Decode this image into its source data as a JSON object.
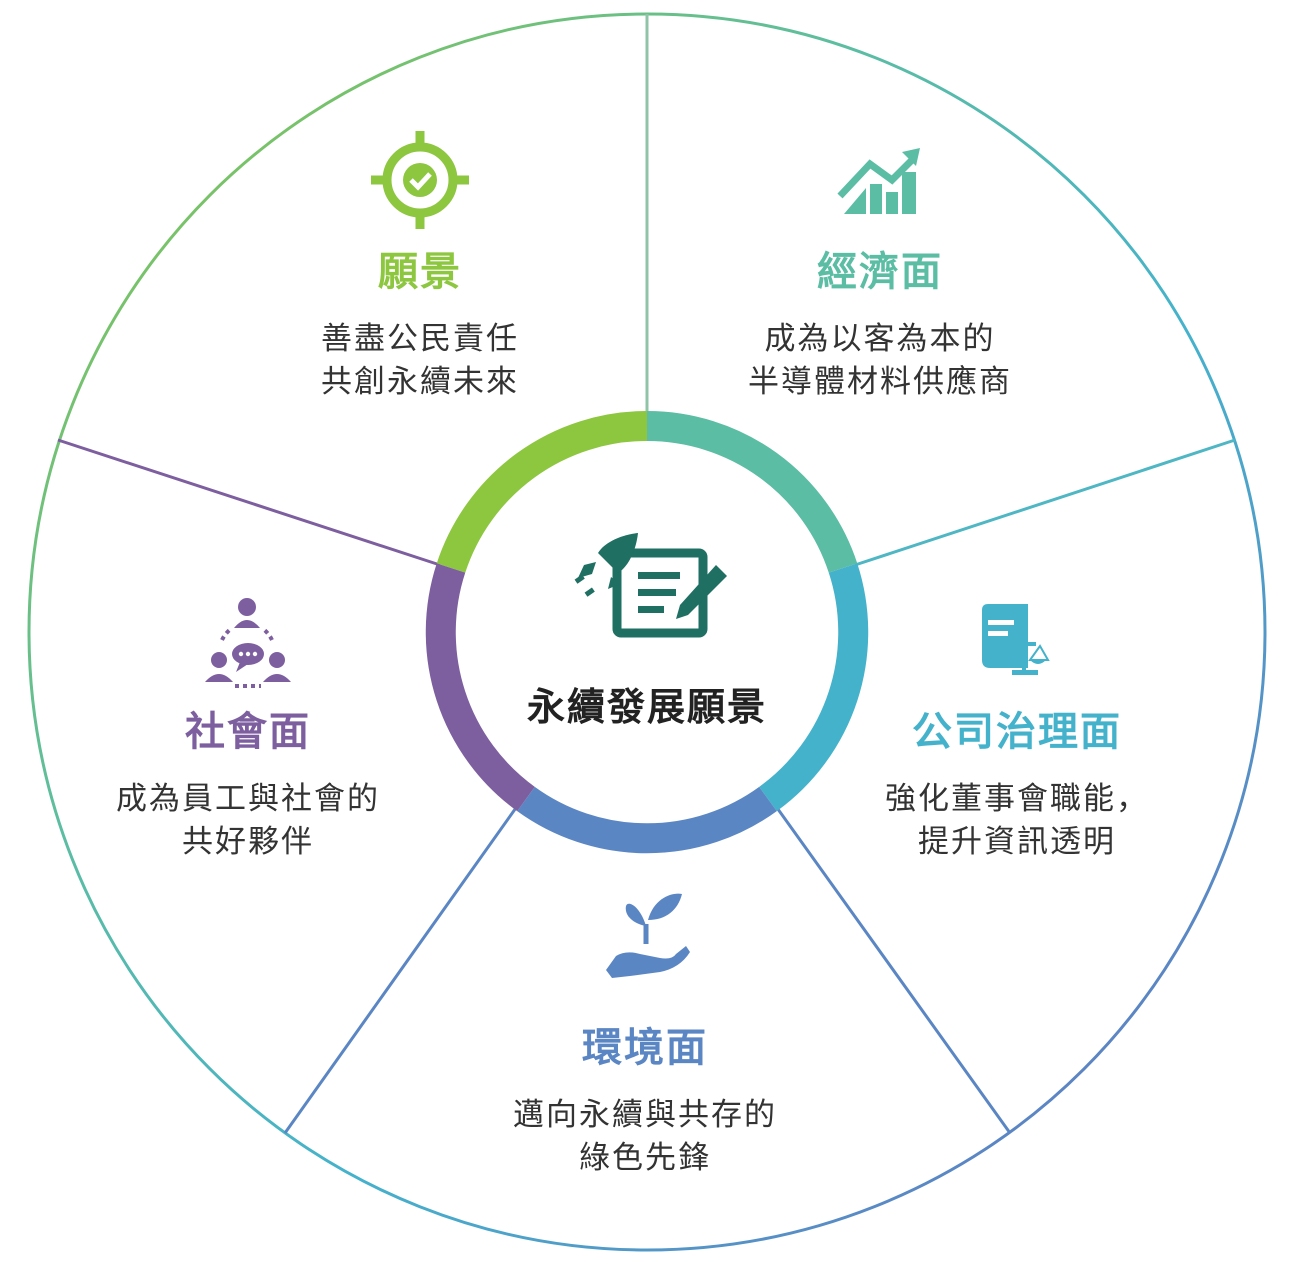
{
  "center": {
    "title": "永續發展願景",
    "icon": "rocket-document-icon"
  },
  "segments": [
    {
      "key": "vision",
      "title": "願景",
      "lines": [
        "善盡公民責任",
        "共創永續未來"
      ],
      "color": "#8dc63f",
      "icon": "target-check-icon"
    },
    {
      "key": "economic",
      "title": "經濟面",
      "lines": [
        "成為以客為本的",
        "半導體材料供應商"
      ],
      "color": "#5bbda3",
      "icon": "growth-chart-icon"
    },
    {
      "key": "governance",
      "title": "公司治理面",
      "lines": [
        "強化董事會職能，",
        "提升資訊透明"
      ],
      "color": "#45b2cc",
      "icon": "law-book-scale-icon"
    },
    {
      "key": "environment",
      "title": "環境面",
      "lines": [
        "邁向永續與共存的",
        "綠色先鋒"
      ],
      "color": "#5b86c4",
      "icon": "hand-plant-icon"
    },
    {
      "key": "social",
      "title": "社會面",
      "lines": [
        "成為員工與社會的",
        "共好夥伴"
      ],
      "color": "#7d5fa0",
      "icon": "people-network-icon"
    }
  ],
  "colors": {
    "vision": "#8dc63f",
    "economic": "#5bbda3",
    "governance": "#45b2cc",
    "environment": "#5b86c4",
    "social": "#7d5fa0",
    "center_icon": "#1f6f63"
  }
}
